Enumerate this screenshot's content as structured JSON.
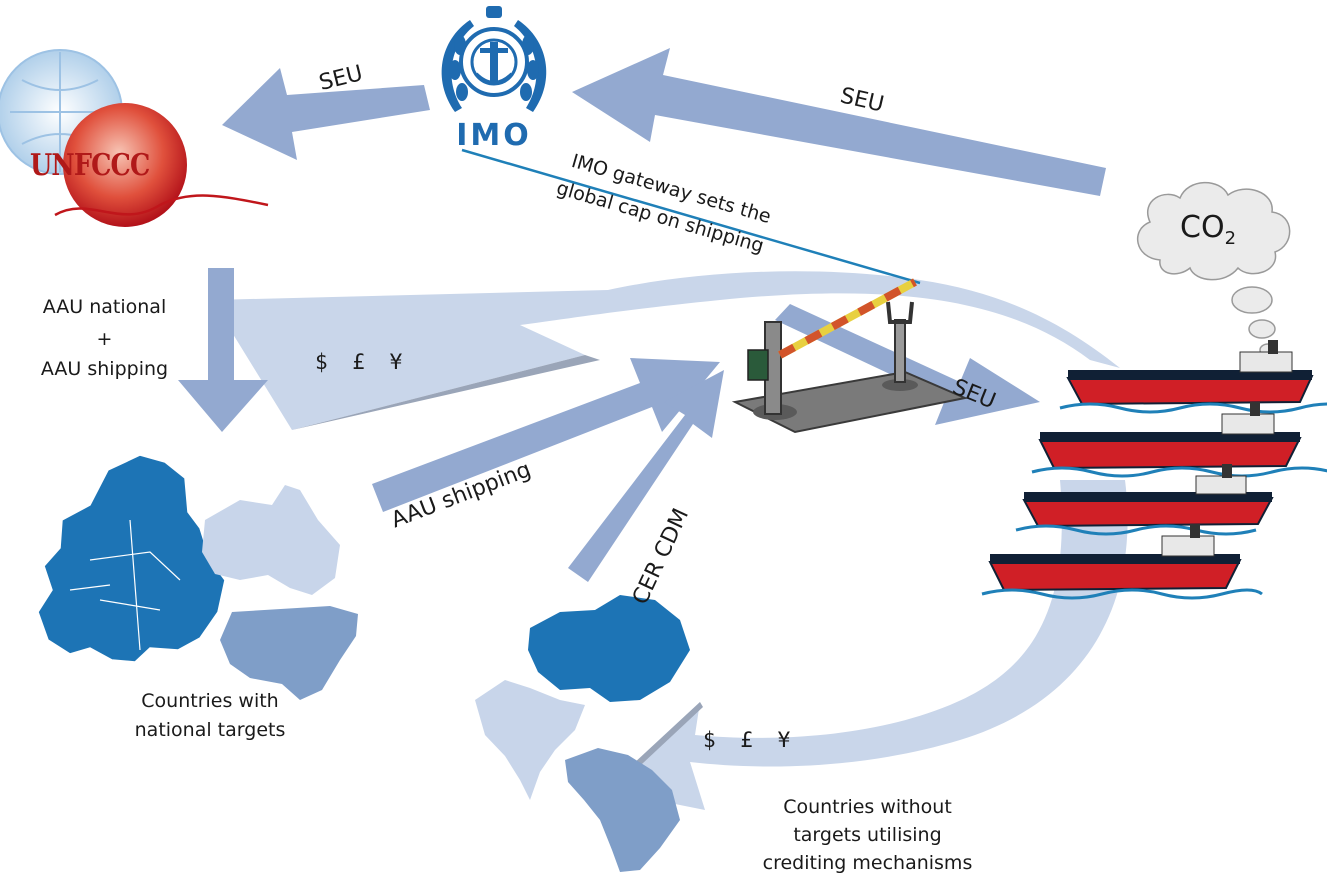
{
  "nodes": {
    "imo_label": "IMO",
    "unfccc_label": "UNFCCC",
    "co2_base": "CO",
    "co2_sub": "2",
    "gateway_line1": "IMO gateway sets the",
    "gateway_line2": "global cap on shipping",
    "countries_targets_line1": "Countries with",
    "countries_targets_line2": "national targets",
    "countries_without_line1": "Countries without",
    "countries_without_line2": "targets utilising",
    "countries_without_line3": "crediting mechanisms"
  },
  "flows": {
    "seu_to_unfccc": "SEU",
    "seu_from_ships": "SEU",
    "seu_to_ships": "SEU",
    "aau_national": "AAU national",
    "aau_plus": "+",
    "aau_shipping_left": "AAU shipping",
    "aau_shipping_arrow": "AAU shipping",
    "cer_cdm": "CER CDM",
    "money_top": "$ £ ¥",
    "money_bottom": "$ £ ¥"
  },
  "colors": {
    "arrow_dark": "#93a9d0",
    "arrow_light": "#c9d6ea",
    "map_dark": "#1d74b5",
    "map_mid": "#7f9ec8",
    "map_light": "#c8d5ea",
    "imo_blue": "#1f6bb0",
    "gateway_line": "#1f80b8",
    "unfccc_red": "#c0161b",
    "ship_red": "#d01f26",
    "ship_dark": "#102035"
  }
}
